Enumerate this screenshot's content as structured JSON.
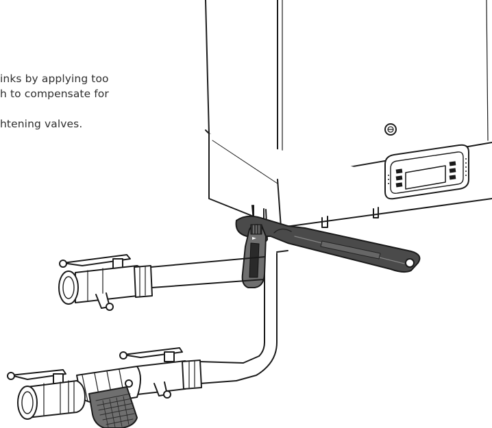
{
  "text": {
    "line1": "inks by applying too",
    "line2": "h to compensate for",
    "line3": "htening valves."
  },
  "colors": {
    "ink": "#1a1a1a",
    "handle_gray": "#6f6f6f",
    "dark_gray": "#4a4a4a",
    "text": "#2e2e2e"
  },
  "illustration": {
    "parts": [
      "boiler-casing",
      "control-display",
      "wrench",
      "ball-valve",
      "strainer",
      "connection-pipes"
    ]
  }
}
